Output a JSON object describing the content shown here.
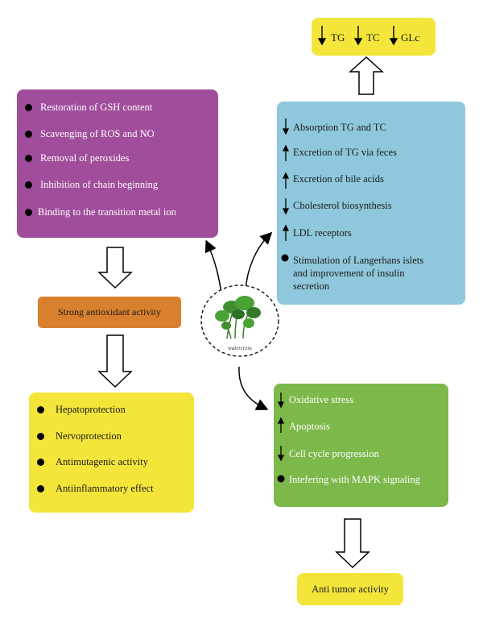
{
  "top_box": {
    "items": [
      "TG",
      "TC",
      "GLc"
    ]
  },
  "antioxidant_box": {
    "items": [
      "Restoration of GSH content",
      "Scavenging of ROS and NO",
      "Removal of peroxides",
      "Inhibition of chain beginning",
      "Binding to the transition metal ion"
    ]
  },
  "lipid_box": {
    "items": [
      {
        "marker": "down",
        "text": "Absorption TG and TC"
      },
      {
        "marker": "up",
        "text": "Excretion of TG via feces"
      },
      {
        "marker": "up",
        "text": "Excretion of bile acids"
      },
      {
        "marker": "down",
        "text": "Cholesterol biosynthesis"
      },
      {
        "marker": "up",
        "text": "LDL receptors"
      },
      {
        "marker": "dot",
        "text": "Stimulation of Langerhans islets and improvement of insulin secretion"
      }
    ]
  },
  "antioxidant_activity_label": "Strong antioxidant activity",
  "effects_box": {
    "items": [
      "Hepatoprotection",
      "Nervoprotection",
      "Antimutagenic activity",
      "Antiinflammatory effect"
    ]
  },
  "tumor_box": {
    "items": [
      {
        "marker": "down",
        "text": "Oxidative stress"
      },
      {
        "marker": "up",
        "text": "Apoptosis"
      },
      {
        "marker": "down",
        "text": "Cell cycle progression"
      },
      {
        "marker": "dot",
        "text": "Intefering with MAPK signaling"
      }
    ]
  },
  "anti_tumor_label": "Anti tumor activity",
  "center_label": "watercress",
  "colors": {
    "purple": "#a04d9b",
    "blue": "#8fc8dc",
    "yellow": "#f4e53b",
    "orange": "#d9802e",
    "green": "#7cb84a"
  }
}
